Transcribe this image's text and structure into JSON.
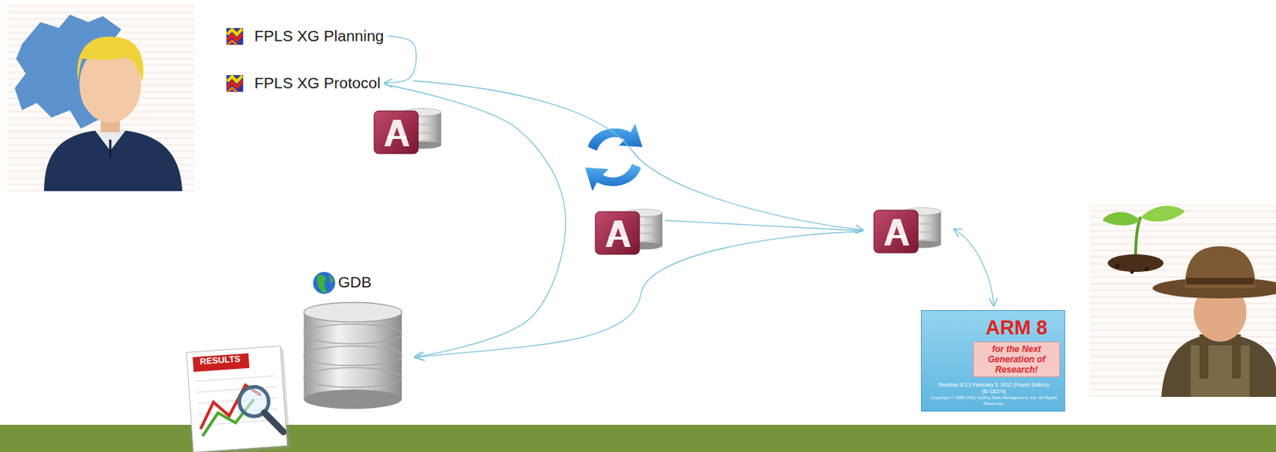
{
  "diagram": {
    "nodes": [
      {
        "text": [
          "FPLS XG Planning"
        ]
      },
      {
        "text": [
          "FPLS XG Protocol"
        ]
      },
      {
        "text": [
          "GDB"
        ]
      },
      {
        "text": [
          "ARM 8",
          "for the Next Generation of Research!",
          "Revision 8.3.3 February 3, 2012 (Fourth Edition) (B=18274)",
          "Copyright © 1982-2011 Gylling Data Management, Inc. All Rights Reserved."
        ]
      }
    ],
    "edges": [
      {
        "from": 0,
        "to": 1,
        "arrow": "to"
      },
      {
        "from": 1,
        "to": 2,
        "arrow": "to"
      }
    ],
    "labels": [
      "RESULTS"
    ]
  }
}
